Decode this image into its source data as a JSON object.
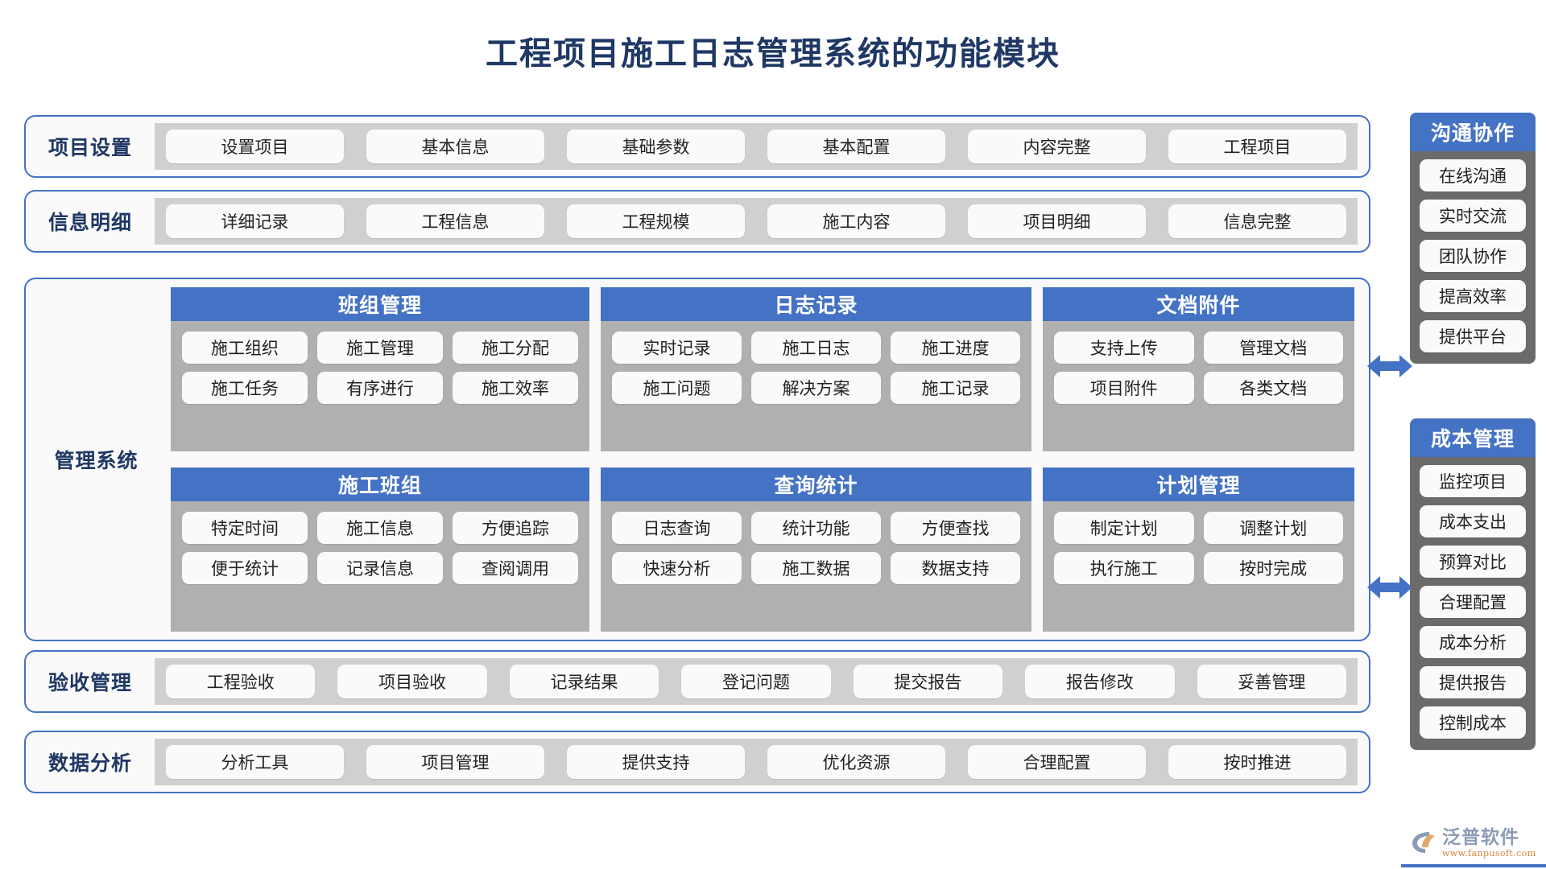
{
  "title": "工程项目施工日志管理系统的功能模块",
  "colors": {
    "title": "#1f3864",
    "accent_blue": "#4472c4",
    "strip_gray": "#d0d0d0",
    "card_body_gray": "#b0b0b0",
    "side_gray": "#6b6b6b",
    "pill_white": "#fafafa",
    "logo_orange": "#d4853f",
    "logo_blue_gray": "#8a9bb5"
  },
  "rows": [
    {
      "label": "项目设置",
      "items": [
        "设置项目",
        "基本信息",
        "基础参数",
        "基本配置",
        "内容完整",
        "工程项目"
      ]
    },
    {
      "label": "信息明细",
      "items": [
        "详细记录",
        "工程信息",
        "工程规模",
        "施工内容",
        "项目明细",
        "信息完整"
      ]
    }
  ],
  "management": {
    "label": "管理系统",
    "cards": [
      {
        "title": "班组管理",
        "columns": 3,
        "items": [
          "施工组织",
          "施工管理",
          "施工分配",
          "施工任务",
          "有序进行",
          "施工效率"
        ]
      },
      {
        "title": "日志记录",
        "columns": 3,
        "items": [
          "实时记录",
          "施工日志",
          "施工进度",
          "施工问题",
          "解决方案",
          "施工记录"
        ]
      },
      {
        "title": "文档附件",
        "columns": 2,
        "items": [
          "支持上传",
          "管理文档",
          "项目附件",
          "各类文档"
        ]
      },
      {
        "title": "施工班组",
        "columns": 3,
        "items": [
          "特定时间",
          "施工信息",
          "方便追踪",
          "便于统计",
          "记录信息",
          "查阅调用"
        ]
      },
      {
        "title": "查询统计",
        "columns": 3,
        "items": [
          "日志查询",
          "统计功能",
          "方便查找",
          "快速分析",
          "施工数据",
          "数据支持"
        ]
      },
      {
        "title": "计划管理",
        "columns": 2,
        "items": [
          "制定计划",
          "调整计划",
          "执行施工",
          "按时完成"
        ]
      }
    ]
  },
  "bottom_rows": [
    {
      "label": "验收管理",
      "items": [
        "工程验收",
        "项目验收",
        "记录结果",
        "登记问题",
        "提交报告",
        "报告修改",
        "妥善管理"
      ]
    },
    {
      "label": "数据分析",
      "items": [
        "分析工具",
        "项目管理",
        "提供支持",
        "优化资源",
        "合理配置",
        "按时推进"
      ]
    }
  ],
  "side_panels": [
    {
      "title": "沟通协作",
      "items": [
        "在线沟通",
        "实时交流",
        "团队协作",
        "提高效率",
        "提供平台"
      ]
    },
    {
      "title": "成本管理",
      "items": [
        "监控项目",
        "成本支出",
        "预算对比",
        "合理配置",
        "成本分析",
        "提供报告",
        "控制成本"
      ]
    }
  ],
  "logo": {
    "name": "泛普软件",
    "url": "www.fanpusoft.com"
  }
}
